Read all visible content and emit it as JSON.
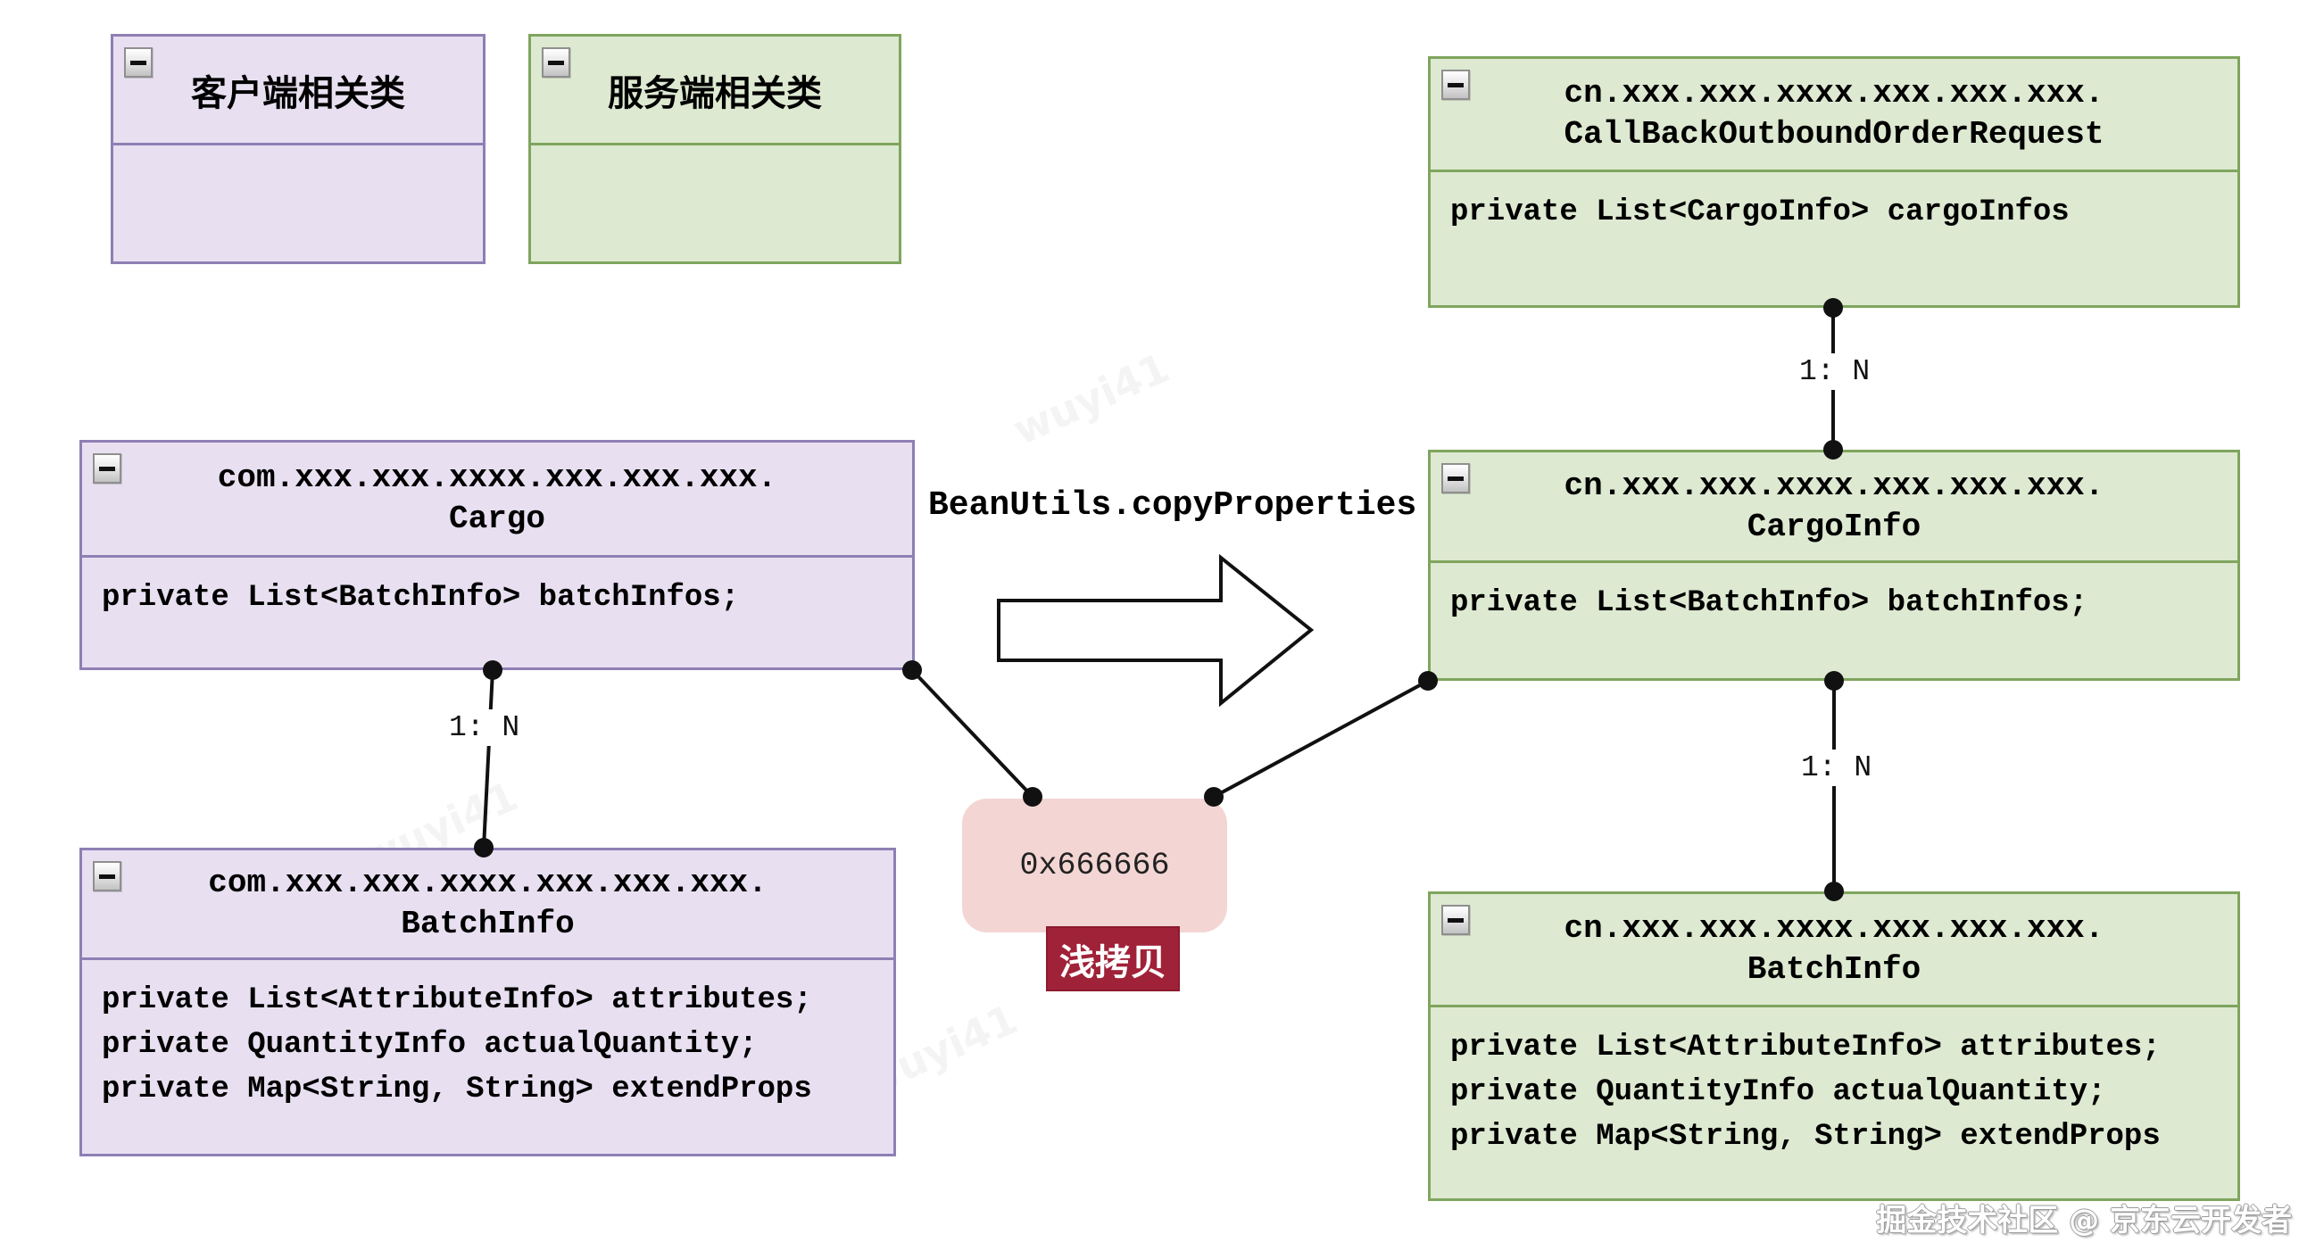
{
  "diagram": {
    "legend": [
      {
        "title": "客户端相关类",
        "theme": "purple"
      },
      {
        "title": "服务端相关类",
        "theme": "green"
      }
    ],
    "classes": [
      {
        "id": "callback-request",
        "package": "cn.xxx.xxx.xxxx.xxx.xxx.xxx.",
        "name": "CallBackOutboundOrderRequest",
        "fields": [
          "private List<CargoInfo> cargoInfos"
        ],
        "theme": "green"
      },
      {
        "id": "cargo",
        "package": "com.xxx.xxx.xxxx.xxx.xxx.xxx.",
        "name": "Cargo",
        "fields": [
          "private List<BatchInfo> batchInfos;"
        ],
        "theme": "purple"
      },
      {
        "id": "cargo-info",
        "package": "cn.xxx.xxx.xxxx.xxx.xxx.xxx.",
        "name": "CargoInfo",
        "fields": [
          "private List<BatchInfo> batchInfos;"
        ],
        "theme": "green"
      },
      {
        "id": "batch-info-client",
        "package": "com.xxx.xxx.xxxx.xxx.xxx.xxx.",
        "name": "BatchInfo",
        "fields": [
          "private List<AttributeInfo> attributes;",
          "private QuantityInfo actualQuantity;",
          "private Map<String, String> extendProps"
        ],
        "theme": "purple"
      },
      {
        "id": "batch-info-server",
        "package": "cn.xxx.xxx.xxxx.xxx.xxx.xxx.",
        "name": "BatchInfo",
        "fields": [
          "private List<AttributeInfo> attributes;",
          "private QuantityInfo actualQuantity;",
          "private Map<String, String> extendProps"
        ],
        "theme": "green"
      }
    ],
    "relations": {
      "labels": [
        "1: N",
        "1: N",
        "1: N"
      ]
    },
    "copy_annotation": {
      "text": "BeanUtils.copyProperties"
    },
    "memory_address": {
      "text": "0x666666"
    },
    "copy_type_badge": {
      "text": "浅拷贝",
      "bg": "#a02238",
      "text_color": "#ffffff"
    },
    "background_watermark": "wuyi41",
    "watermark_credit": "掘金技术社区 @ 京东云开发者",
    "colors": {
      "client_fill": "#e8e0f1",
      "client_border": "#8e7fb4",
      "server_fill": "#dde9d1",
      "server_border": "#7fa55e",
      "memory_fill": "#f3d6d4",
      "badge_bg": "#a02238",
      "line": "#111111",
      "background": "#ffffff"
    }
  }
}
